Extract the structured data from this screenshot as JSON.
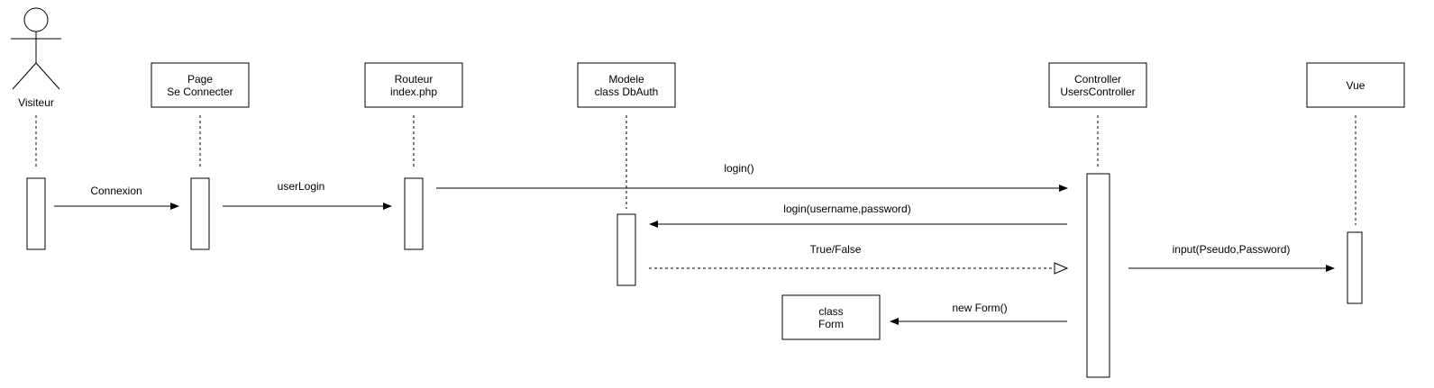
{
  "diagram": {
    "actor": {
      "name": "Visiteur"
    },
    "participants": [
      {
        "line1": "Page",
        "line2": "Se Connecter"
      },
      {
        "line1": "Routeur",
        "line2": "index.php"
      },
      {
        "line1": "Modele",
        "line2": "class DbAuth"
      },
      {
        "line1": "Controller",
        "line2": "UsersController"
      },
      {
        "line1": "Vue",
        "line2": ""
      }
    ],
    "form_box": {
      "line1": "class",
      "line2": "Form"
    },
    "messages": [
      {
        "label": "Connexion",
        "style": "solid"
      },
      {
        "label": "userLogin",
        "style": "solid"
      },
      {
        "label": "login()",
        "style": "solid"
      },
      {
        "label": "login(username,password)",
        "style": "solid"
      },
      {
        "label": "True/False",
        "style": "dashed-open"
      },
      {
        "label": "new Form()",
        "style": "solid"
      },
      {
        "label": "input(Pseudo,Password)",
        "style": "solid"
      }
    ]
  }
}
